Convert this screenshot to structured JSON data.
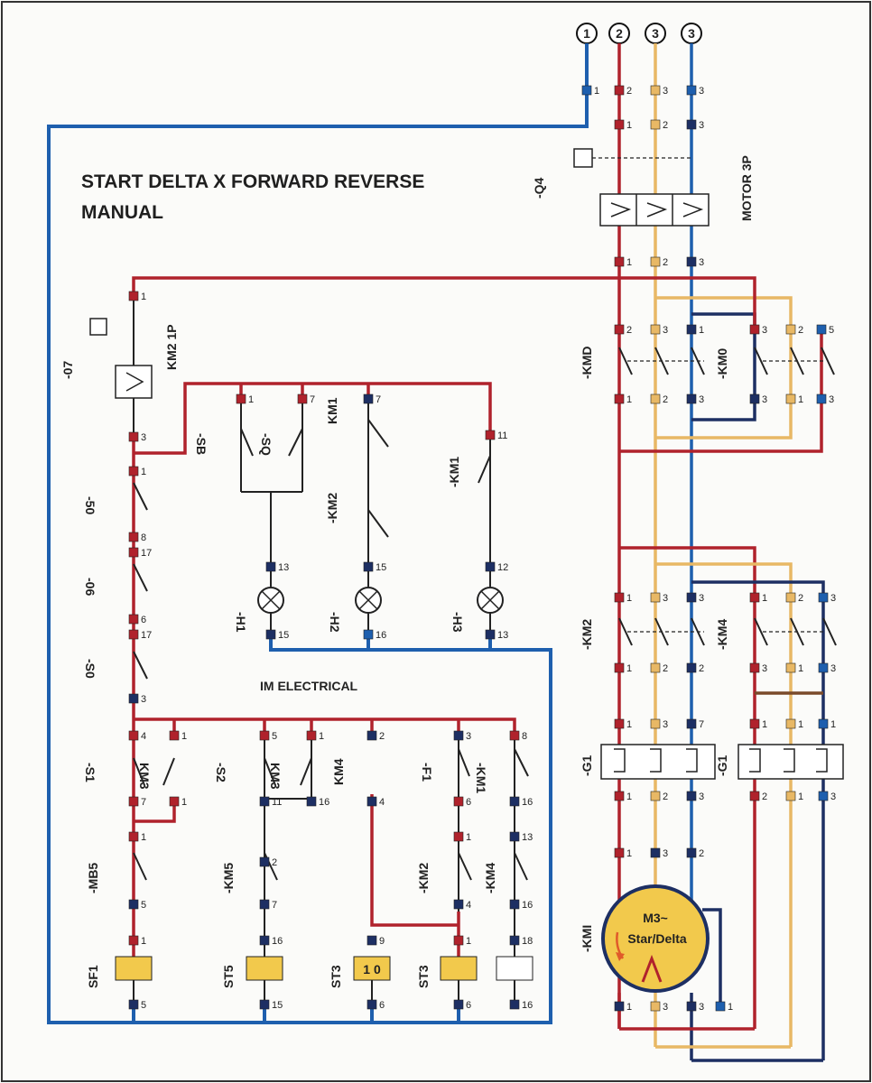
{
  "title": {
    "line1": "START DELTA X FORWARD REVERSE",
    "line2": "MANUAL"
  },
  "section_label": "IM ELECTRICAL",
  "motor_label": "MOTOR 3P",
  "motor": {
    "line1": "M3~",
    "line2": "Star/Delta"
  },
  "phases": [
    "1",
    "2",
    "3",
    "3"
  ],
  "colors": {
    "red": "#b0222c",
    "blue": "#1e5fae",
    "yellow": "#e8b865",
    "navy": "#1d2f63",
    "coil": "#f2c94c"
  },
  "devices": {
    "q4": "-Q4",
    "km2_1p": "KM2 1P",
    "q7": "-07",
    "b50": "-50",
    "b06": "-06",
    "s0": "-S0",
    "sb": "-SB",
    "sq": "-SQ",
    "km1": "KM1",
    "km2_mid": "-KM2",
    "km1_mid": "-KM1",
    "h1": "-H1",
    "h2": "-H2",
    "h3": "-H3",
    "s1": "-S1",
    "km3": "KM3",
    "s2": "-S2",
    "km3b": "KM3",
    "km4": "KM4",
    "f1": "-F1",
    "km1b": "-KM1",
    "mb5": "-MB5",
    "km5": "-KM5",
    "km2b": "-KM2",
    "km4b": "-KM4",
    "sf1": "SF1",
    "st5": "ST5",
    "st3": "ST3",
    "st3b": "ST3",
    "kmd": "-KMD",
    "km0": "-KM0",
    "km2r": "-KM2",
    "km4r": "-KM4",
    "g1": "-G1",
    "g1b": "-G1",
    "kmi": "-KMI"
  },
  "timer_display": "1 0"
}
